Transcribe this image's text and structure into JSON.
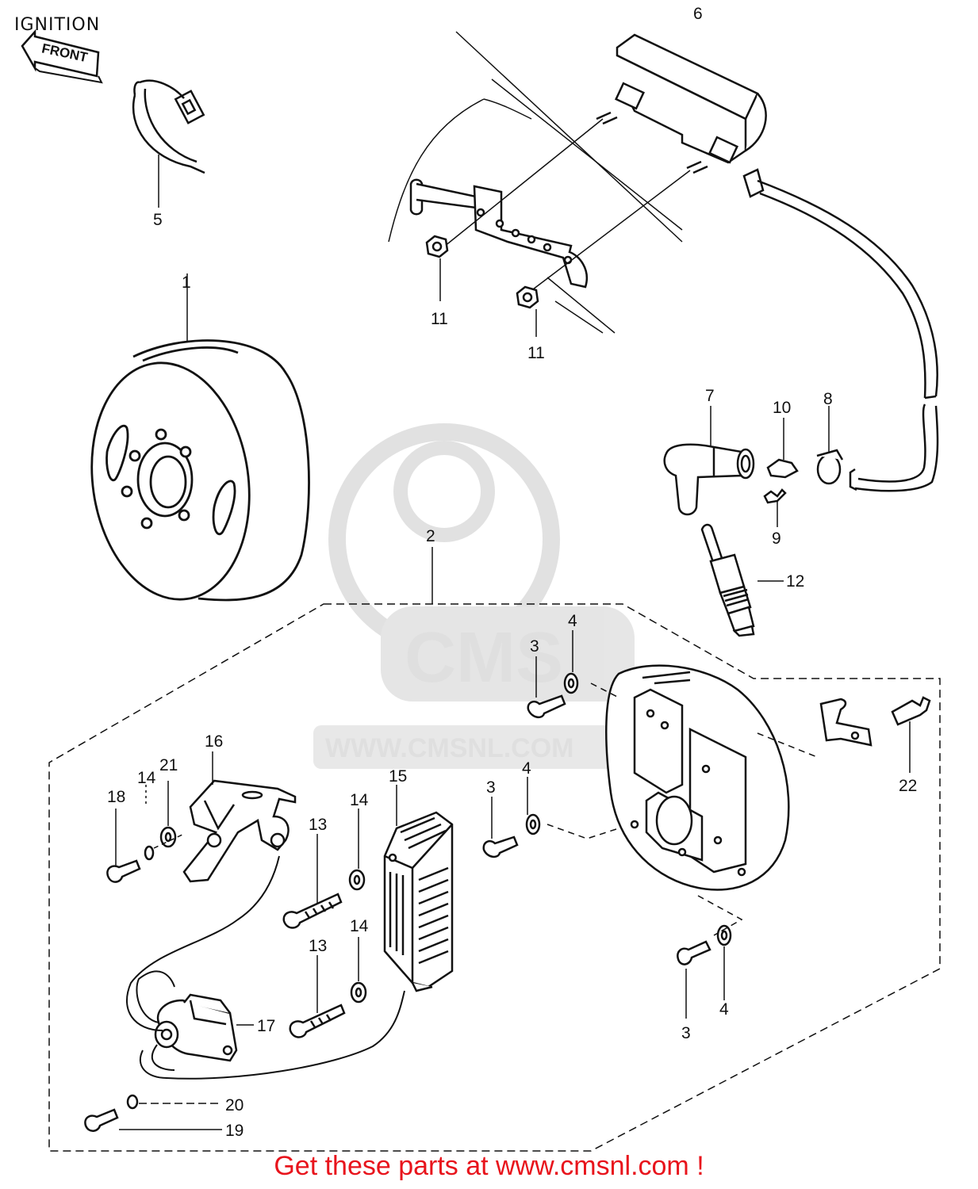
{
  "title": "IGNITION",
  "front_label": "FRONT",
  "watermark": {
    "brand": "CMS",
    "url": "WWW.CMSNL.COM"
  },
  "footer": {
    "text": "Get these parts at www.cmsnl.com !"
  },
  "part_labels": {
    "p1": "1",
    "p2": "2",
    "p3a": "3",
    "p3b": "3",
    "p3c": "3",
    "p4a": "4",
    "p4b": "4",
    "p4c": "4",
    "p5": "5",
    "p6": "6",
    "p7": "7",
    "p8": "8",
    "p9": "9",
    "p10": "10",
    "p11a": "11",
    "p11b": "11",
    "p12": "12",
    "p13a": "13",
    "p13b": "13",
    "p14a": "14",
    "p14b": "14",
    "p14c": "14",
    "p15": "15",
    "p16": "16",
    "p17": "17",
    "p18": "18",
    "p19": "19",
    "p20": "20",
    "p21": "21",
    "p22": "22"
  },
  "colors": {
    "ink": "#111111",
    "footer": "#e8141c",
    "watermark": "#dcdcdc"
  }
}
